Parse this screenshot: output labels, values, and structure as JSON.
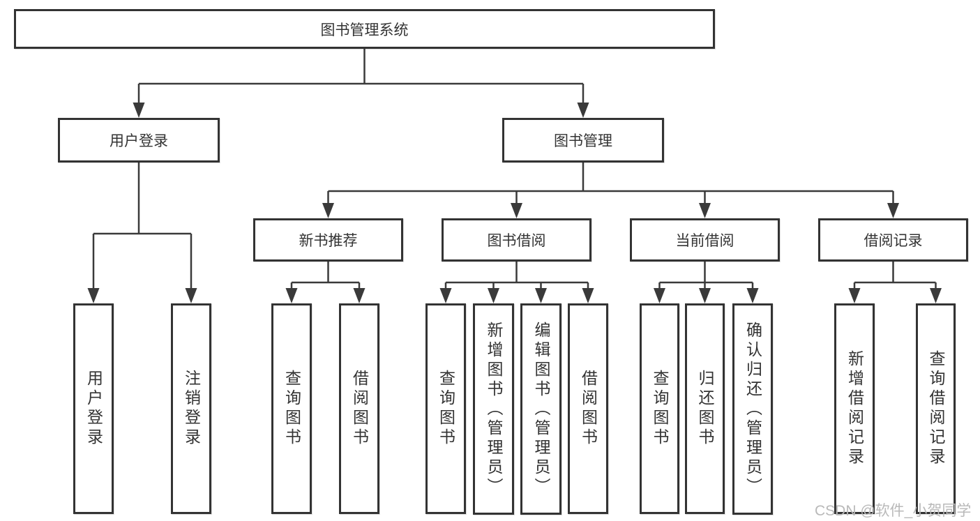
{
  "tree": {
    "root": "图书管理系统",
    "branches": [
      {
        "label": "用户登录",
        "leaves": [
          "用户登录",
          "注销登录"
        ]
      },
      {
        "label": "图书管理",
        "groups": [
          {
            "label": "新书推荐",
            "leaves": [
              "查询图书",
              "借阅图书"
            ]
          },
          {
            "label": "图书借阅",
            "leaves": [
              "查询图书",
              "新增图书（管理员）",
              "编辑图书（管理员）",
              "借阅图书"
            ]
          },
          {
            "label": "当前借阅",
            "leaves": [
              "查询图书",
              "归还图书",
              "确认归还（管理员）"
            ]
          },
          {
            "label": "借阅记录",
            "leaves": [
              "新增借阅记录",
              "查询借阅记录"
            ]
          }
        ]
      }
    ]
  },
  "watermark": {
    "text": "CSDN @软件_小贺同学"
  },
  "colors": {
    "line": "#3a3a3a",
    "box_border": "#333333",
    "text": "#333333",
    "watermark": "#b9b9b9",
    "background": "#ffffff"
  }
}
